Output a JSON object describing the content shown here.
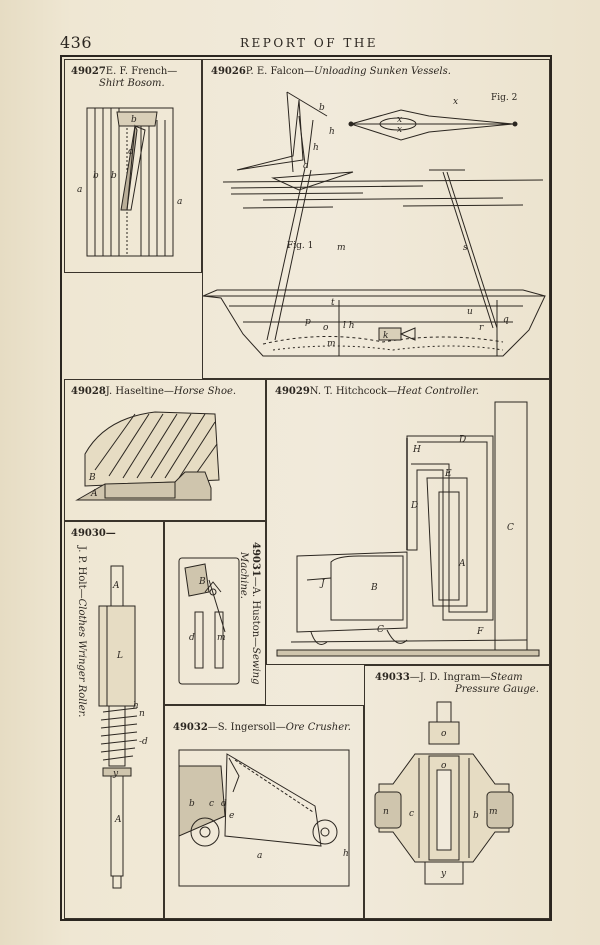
{
  "header": {
    "page_number": "436",
    "running_head": "REPORT OF THE"
  },
  "patents": {
    "p49027": {
      "number": "49027",
      "inventor": "E. F. French—",
      "title": "Shirt Bosom."
    },
    "p49026": {
      "number": "49026",
      "inventor": "P. E. Falcon—",
      "title": "Unloading Sunken Vessels."
    },
    "p49028": {
      "number": "49028",
      "inventor": "J. Haseltine—",
      "title": "Horse Shoe."
    },
    "p49029": {
      "number": "49029",
      "inventor": "N. T. Hitchcock—",
      "title": "Heat Controller."
    },
    "p49030": {
      "number": "49030—",
      "inventor": "J. P. Holt—",
      "title": "Clothes Wringer Roller."
    },
    "p49031": {
      "number": "49031",
      "inventor": "—A. Huston—",
      "title": "Sewing",
      "title2": "Machine."
    },
    "p49032": {
      "number": "49032",
      "inventor": "—S. Ingersoll—",
      "title": "Ore Crusher."
    },
    "p49033": {
      "number": "49033",
      "inventor": "—J. D. Ingram—",
      "title": "Steam",
      "title2": "Pressure Gauge."
    }
  },
  "figure_labels": {
    "fig1": "Fig. 1",
    "fig2": "Fig. 2"
  },
  "icons": {
    "shirt": "shirt-bosom-drawing-icon",
    "vessel": "sunken-vessel-drawing-icon",
    "horseshoe": "horse-shoe-drawing-icon",
    "furnace": "heat-controller-drawing-icon",
    "roller": "wringer-roller-drawing-icon",
    "sewing": "sewing-machine-drawing-icon",
    "crusher": "ore-crusher-drawing-icon",
    "gauge": "pressure-gauge-drawing-icon"
  }
}
